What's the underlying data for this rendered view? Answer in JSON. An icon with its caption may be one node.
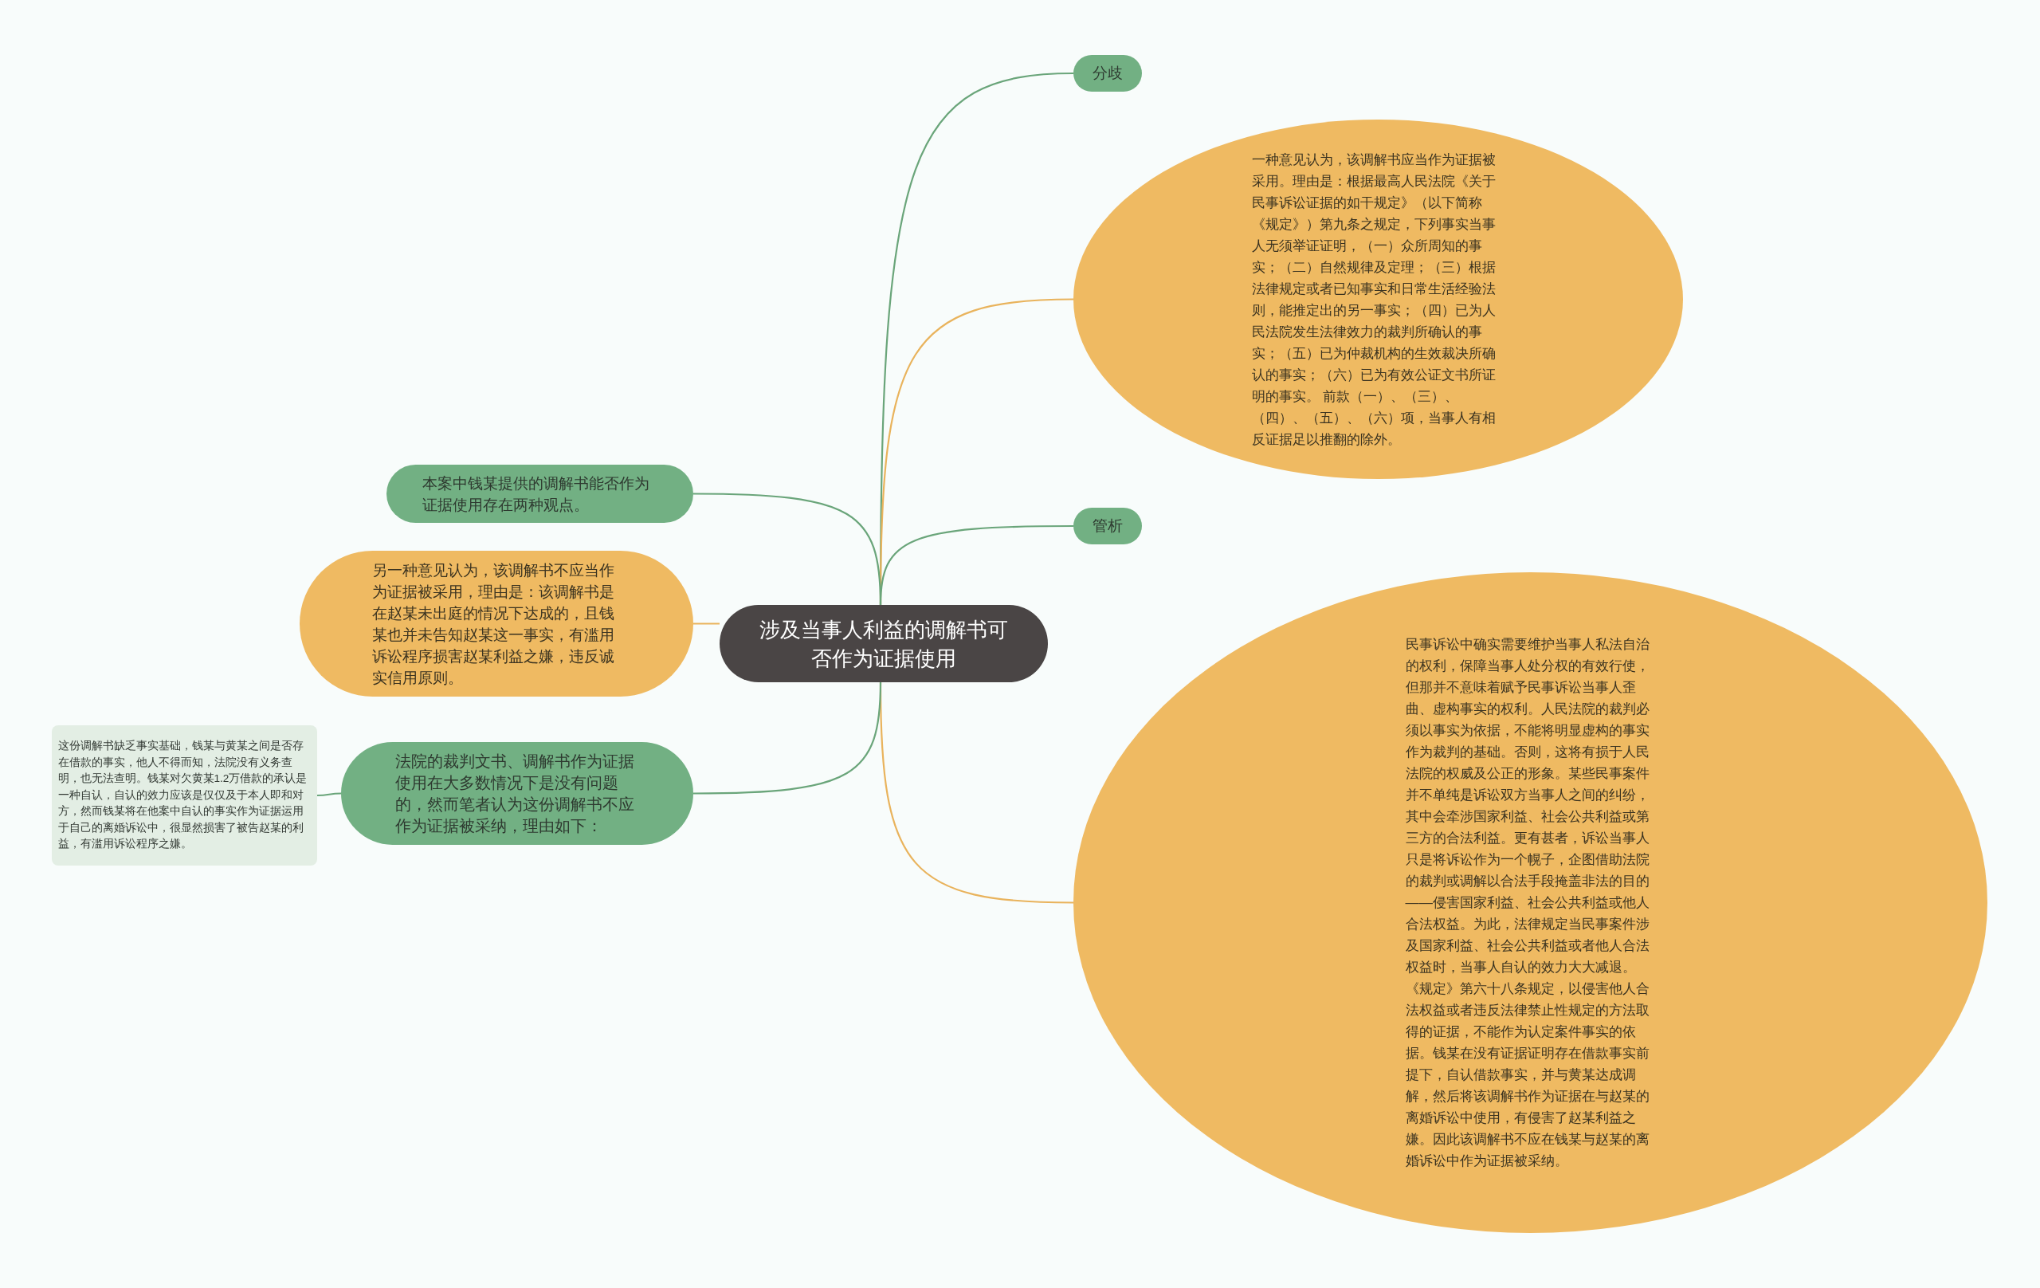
{
  "diagram": {
    "nodes": [
      {
        "text": [
          "涉及当事人利益的调解书可否作为证据使用"
        ]
      },
      {
        "text": [
          "分歧"
        ]
      },
      {
        "text": [
          "一种意见认为，该调解书应当作为证据被采用。理由是：根据最高人民法院《关于民事诉讼证据的如干规定》（以下简称《规定》）第九条之规定，下列事实当事人无须举证证明，（一）众所周知的事实；（二）自然规律及定理；（三）根据法律规定或者已知事实和日常生活经验法则，能推定出的另一事实；（四）已为人民法院发生法律效力的裁判所确认的事实；（五）已为仲裁机构的生效裁决所确认的事实；（六）已为有效公证文书所证明的事实。 前款（一）、（三）、（四）、（五）、（六）项，当事人有相反证据足以推翻的除外。"
        ]
      },
      {
        "text": [
          "管析"
        ]
      },
      {
        "text": [
          "民事诉讼中确实需要维护当事人私法自治的权利，保障当事人处分权的有效行使，但那并不意味着赋予民事诉讼当事人歪曲、虚构事实的权利。人民法院的裁判必须以事实为依据，不能将明显虚构的事实作为裁判的基础。否则，这将有损于人民法院的权威及公正的形象。某些民事案件并不单纯是诉讼双方当事人之间的纠纷，其中会牵涉国家利益、社会公共利益或第三方的合法利益。更有甚者，诉讼当事人只是将诉讼作为一个幌子，企图借助法院的裁判或调解以合法手段掩盖非法的目的——侵害国家利益、社会公共利益或他人合法权益。为此，法律规定当民事案件涉及国家利益、社会公共利益或者他人合法权益时，当事人自认的效力大大减退。《规定》第六十八条规定，以侵害他人合法权益或者违反法律禁止性规定的方法取得的证据，不能作为认定案件事实的依据。钱某在没有证据证明存在借款事实前提下，自认借款事实，并与黄某达成调解，然后将该调解书作为证据在与赵某的离婚诉讼中使用，有侵害了赵某利益之嫌。因此该调解书不应在钱某与赵某的离婚诉讼中作为证据被采纳。"
        ]
      },
      {
        "text": [
          "本案中钱某提供的调解书能否作为证据使用存在两种观点。"
        ]
      },
      {
        "text": [
          "另一种意见认为，该调解书不应当作为证据被采用，理由是：该调解书是在赵某未出庭的情况下达成的，且钱某也并未告知赵某这一事实，有滥用诉讼程序损害赵某利益之嫌，违反诚实信用原则。"
        ]
      },
      {
        "text": [
          "法院的裁判文书、调解书作为证据使用在大多数情况下是没有问题的，然而笔者认为这份调解书不应作为证据被采纳，理由如下："
        ]
      },
      {
        "text": [
          "这份调解书缺乏事实基础，钱某与黄某之间是否存在借款的事实，他人不得而知，法院没有义务查明，也无法查明。钱某对欠黄某1.2万借款的承认是一种自认，自认的效力应该是仅仅及于本人即和对方，然而钱某将在他案中自认的事实作为证据运用于自己的离婚诉讼中，很显然损害了被告赵某的利益，有滥用诉讼程序之嫌。"
        ]
      }
    ],
    "edges": [
      {
        "from": 0,
        "to": 1,
        "arrow": "none"
      },
      {
        "from": 0,
        "to": 2,
        "arrow": "none",
        "color": "#e9b35c"
      },
      {
        "from": 0,
        "to": 3,
        "arrow": "none"
      },
      {
        "from": 0,
        "to": 4,
        "arrow": "none",
        "color": "#e9b35c"
      },
      {
        "from": 0,
        "to": 5,
        "arrow": "none"
      },
      {
        "from": 0,
        "to": 6,
        "arrow": "none",
        "color": "#e9b35c"
      },
      {
        "from": 0,
        "to": 7,
        "arrow": "none"
      },
      {
        "from": 7,
        "to": 8,
        "arrow": "none"
      }
    ]
  }
}
